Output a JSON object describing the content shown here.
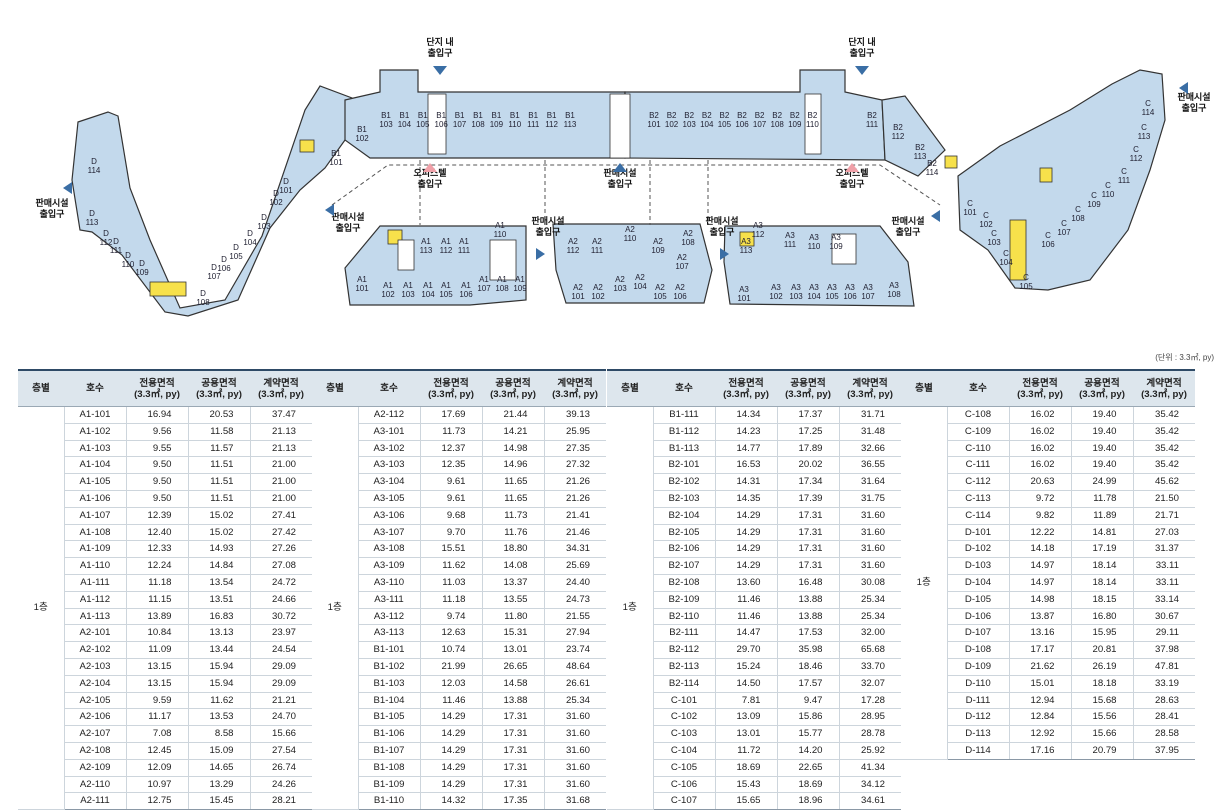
{
  "plan": {
    "labels": {
      "danji1": [
        "단지 내",
        "출입구"
      ],
      "danji2": [
        "단지 내",
        "출입구"
      ],
      "officetel1": [
        "오피스텔",
        "출입구"
      ],
      "officetel2": [
        "오피스텔",
        "출입구"
      ],
      "retail_center": [
        "판매시설",
        "출입구"
      ],
      "retail_left": [
        "판매시설",
        "출입구"
      ],
      "retail_mid_left": [
        "판매시설",
        "출입구"
      ],
      "retail_mid": [
        "판매시설",
        "출입구"
      ],
      "retail_mid2": [
        "판매시설",
        "출입구"
      ],
      "retail_right_low": [
        "판매시설",
        "출입구"
      ],
      "retail_right": [
        "판매시설",
        "출입구"
      ]
    },
    "units": {
      "b1": [
        [
          "B1",
          "103"
        ],
        [
          "B1",
          "104"
        ],
        [
          "B1",
          "105"
        ],
        [
          "B1",
          "106"
        ],
        [
          "B1",
          "107"
        ],
        [
          "B1",
          "108"
        ],
        [
          "B1",
          "109"
        ],
        [
          "B1",
          "110"
        ],
        [
          "B1",
          "111"
        ],
        [
          "B1",
          "112"
        ],
        [
          "B1",
          "113"
        ]
      ],
      "b1_side": [
        [
          "B1",
          "102"
        ],
        [
          "B1",
          "101"
        ]
      ],
      "b2": [
        [
          "B2",
          "101"
        ],
        [
          "B2",
          "102"
        ],
        [
          "B2",
          "103"
        ],
        [
          "B2",
          "104"
        ],
        [
          "B2",
          "105"
        ],
        [
          "B2",
          "106"
        ],
        [
          "B2",
          "107"
        ],
        [
          "B2",
          "108"
        ],
        [
          "B2",
          "109"
        ],
        [
          "B2",
          "110"
        ]
      ],
      "b2_side": [
        [
          "B2",
          "111"
        ],
        [
          "B2",
          "112"
        ],
        [
          "B2",
          "113"
        ],
        [
          "B2",
          "114"
        ]
      ],
      "a1_top": [
        [
          "A1",
          "113"
        ],
        [
          "A1",
          "112"
        ],
        [
          "A1",
          "111"
        ],
        [
          "A1",
          "110"
        ]
      ],
      "a1_bottom": [
        [
          "A1",
          "101"
        ],
        [
          "A1",
          "102"
        ],
        [
          "A1",
          "103"
        ],
        [
          "A1",
          "104"
        ],
        [
          "A1",
          "105"
        ],
        [
          "A1",
          "106"
        ],
        [
          "A1",
          "107"
        ],
        [
          "A1",
          "108"
        ],
        [
          "A1",
          "109"
        ]
      ],
      "a2_top": [
        [
          "A2",
          "112"
        ],
        [
          "A2",
          "111"
        ],
        [
          "A2",
          "110"
        ],
        [
          "A2",
          "109"
        ],
        [
          "A2",
          "108"
        ],
        [
          "A2",
          "107"
        ]
      ],
      "a2_bottom": [
        [
          "A2",
          "101"
        ],
        [
          "A2",
          "102"
        ],
        [
          "A2",
          "103"
        ],
        [
          "A2",
          "104"
        ],
        [
          "A2",
          "105"
        ],
        [
          "A2",
          "106"
        ]
      ],
      "a3_top": [
        [
          "A3",
          "112"
        ],
        [
          "A3",
          "113"
        ],
        [
          "A3",
          "111"
        ],
        [
          "A3",
          "110"
        ],
        [
          "A3",
          "109"
        ]
      ],
      "a3_bottom": [
        [
          "A3",
          "101"
        ],
        [
          "A3",
          "102"
        ],
        [
          "A3",
          "103"
        ],
        [
          "A3",
          "104"
        ],
        [
          "A3",
          "105"
        ],
        [
          "A3",
          "106"
        ],
        [
          "A3",
          "107"
        ],
        [
          "A3",
          "108"
        ]
      ],
      "d": [
        [
          "D",
          "114"
        ],
        [
          "D",
          "113"
        ],
        [
          "D",
          "112"
        ],
        [
          "D",
          "111"
        ],
        [
          "D",
          "110"
        ],
        [
          "D",
          "109"
        ],
        [
          "D",
          "108"
        ],
        [
          "D",
          "107"
        ],
        [
          "D",
          "106"
        ],
        [
          "D",
          "105"
        ],
        [
          "D",
          "104"
        ],
        [
          "D",
          "103"
        ],
        [
          "D",
          "102"
        ],
        [
          "D",
          "101"
        ]
      ],
      "c": [
        [
          "C",
          "101"
        ],
        [
          "C",
          "102"
        ],
        [
          "C",
          "103"
        ],
        [
          "C",
          "104"
        ],
        [
          "C",
          "105"
        ],
        [
          "C",
          "106"
        ],
        [
          "C",
          "107"
        ],
        [
          "C",
          "108"
        ],
        [
          "C",
          "109"
        ],
        [
          "C",
          "110"
        ],
        [
          "C",
          "111"
        ],
        [
          "C",
          "112"
        ],
        [
          "C",
          "113"
        ],
        [
          "C",
          "114"
        ]
      ]
    }
  },
  "unit_note": "(단위 : 3.3㎡, py)",
  "table": {
    "headers": {
      "floor": "층별",
      "unit": "호수",
      "exclusive": [
        "전용면적",
        "(3.3㎡, py)"
      ],
      "common": [
        "공용면적",
        "(3.3㎡, py)"
      ],
      "contract": [
        "계약면적",
        "(3.3㎡, py)"
      ]
    },
    "floor_label": "1층",
    "blocks": [
      [
        [
          "A1-101",
          "16.94",
          "20.53",
          "37.47"
        ],
        [
          "A1-102",
          "9.56",
          "11.58",
          "21.13"
        ],
        [
          "A1-103",
          "9.55",
          "11.57",
          "21.13"
        ],
        [
          "A1-104",
          "9.50",
          "11.51",
          "21.00"
        ],
        [
          "A1-105",
          "9.50",
          "11.51",
          "21.00"
        ],
        [
          "A1-106",
          "9.50",
          "11.51",
          "21.00"
        ],
        [
          "A1-107",
          "12.39",
          "15.02",
          "27.41"
        ],
        [
          "A1-108",
          "12.40",
          "15.02",
          "27.42"
        ],
        [
          "A1-109",
          "12.33",
          "14.93",
          "27.26"
        ],
        [
          "A1-110",
          "12.24",
          "14.84",
          "27.08"
        ],
        [
          "A1-111",
          "11.18",
          "13.54",
          "24.72"
        ],
        [
          "A1-112",
          "11.15",
          "13.51",
          "24.66"
        ],
        [
          "A1-113",
          "13.89",
          "16.83",
          "30.72"
        ],
        [
          "A2-101",
          "10.84",
          "13.13",
          "23.97"
        ],
        [
          "A2-102",
          "11.09",
          "13.44",
          "24.54"
        ],
        [
          "A2-103",
          "13.15",
          "15.94",
          "29.09"
        ],
        [
          "A2-104",
          "13.15",
          "15.94",
          "29.09"
        ],
        [
          "A2-105",
          "9.59",
          "11.62",
          "21.21"
        ],
        [
          "A2-106",
          "11.17",
          "13.53",
          "24.70"
        ],
        [
          "A2-107",
          "7.08",
          "8.58",
          "15.66"
        ],
        [
          "A2-108",
          "12.45",
          "15.09",
          "27.54"
        ],
        [
          "A2-109",
          "12.09",
          "14.65",
          "26.74"
        ],
        [
          "A2-110",
          "10.97",
          "13.29",
          "24.26"
        ],
        [
          "A2-111",
          "12.75",
          "15.45",
          "28.21"
        ]
      ],
      [
        [
          "A2-112",
          "17.69",
          "21.44",
          "39.13"
        ],
        [
          "A3-101",
          "11.73",
          "14.21",
          "25.95"
        ],
        [
          "A3-102",
          "12.37",
          "14.98",
          "27.35"
        ],
        [
          "A3-103",
          "12.35",
          "14.96",
          "27.32"
        ],
        [
          "A3-104",
          "9.61",
          "11.65",
          "21.26"
        ],
        [
          "A3-105",
          "9.61",
          "11.65",
          "21.26"
        ],
        [
          "A3-106",
          "9.68",
          "11.73",
          "21.41"
        ],
        [
          "A3-107",
          "9.70",
          "11.76",
          "21.46"
        ],
        [
          "A3-108",
          "15.51",
          "18.80",
          "34.31"
        ],
        [
          "A3-109",
          "11.62",
          "14.08",
          "25.69"
        ],
        [
          "A3-110",
          "11.03",
          "13.37",
          "24.40"
        ],
        [
          "A3-111",
          "11.18",
          "13.55",
          "24.73"
        ],
        [
          "A3-112",
          "9.74",
          "11.80",
          "21.55"
        ],
        [
          "A3-113",
          "12.63",
          "15.31",
          "27.94"
        ],
        [
          "B1-101",
          "10.74",
          "13.01",
          "23.74"
        ],
        [
          "B1-102",
          "21.99",
          "26.65",
          "48.64"
        ],
        [
          "B1-103",
          "12.03",
          "14.58",
          "26.61"
        ],
        [
          "B1-104",
          "11.46",
          "13.88",
          "25.34"
        ],
        [
          "B1-105",
          "14.29",
          "17.31",
          "31.60"
        ],
        [
          "B1-106",
          "14.29",
          "17.31",
          "31.60"
        ],
        [
          "B1-107",
          "14.29",
          "17.31",
          "31.60"
        ],
        [
          "B1-108",
          "14.29",
          "17.31",
          "31.60"
        ],
        [
          "B1-109",
          "14.29",
          "17.31",
          "31.60"
        ],
        [
          "B1-110",
          "14.32",
          "17.35",
          "31.68"
        ]
      ],
      [
        [
          "B1-111",
          "14.34",
          "17.37",
          "31.71"
        ],
        [
          "B1-112",
          "14.23",
          "17.25",
          "31.48"
        ],
        [
          "B1-113",
          "14.77",
          "17.89",
          "32.66"
        ],
        [
          "B2-101",
          "16.53",
          "20.02",
          "36.55"
        ],
        [
          "B2-102",
          "14.31",
          "17.34",
          "31.64"
        ],
        [
          "B2-103",
          "14.35",
          "17.39",
          "31.75"
        ],
        [
          "B2-104",
          "14.29",
          "17.31",
          "31.60"
        ],
        [
          "B2-105",
          "14.29",
          "17.31",
          "31.60"
        ],
        [
          "B2-106",
          "14.29",
          "17.31",
          "31.60"
        ],
        [
          "B2-107",
          "14.29",
          "17.31",
          "31.60"
        ],
        [
          "B2-108",
          "13.60",
          "16.48",
          "30.08"
        ],
        [
          "B2-109",
          "11.46",
          "13.88",
          "25.34"
        ],
        [
          "B2-110",
          "11.46",
          "13.88",
          "25.34"
        ],
        [
          "B2-111",
          "14.47",
          "17.53",
          "32.00"
        ],
        [
          "B2-112",
          "29.70",
          "35.98",
          "65.68"
        ],
        [
          "B2-113",
          "15.24",
          "18.46",
          "33.70"
        ],
        [
          "B2-114",
          "14.50",
          "17.57",
          "32.07"
        ],
        [
          "C-101",
          "7.81",
          "9.47",
          "17.28"
        ],
        [
          "C-102",
          "13.09",
          "15.86",
          "28.95"
        ],
        [
          "C-103",
          "13.01",
          "15.77",
          "28.78"
        ],
        [
          "C-104",
          "11.72",
          "14.20",
          "25.92"
        ],
        [
          "C-105",
          "18.69",
          "22.65",
          "41.34"
        ],
        [
          "C-106",
          "15.43",
          "18.69",
          "34.12"
        ],
        [
          "C-107",
          "15.65",
          "18.96",
          "34.61"
        ]
      ],
      [
        [
          "C-108",
          "16.02",
          "19.40",
          "35.42"
        ],
        [
          "C-109",
          "16.02",
          "19.40",
          "35.42"
        ],
        [
          "C-110",
          "16.02",
          "19.40",
          "35.42"
        ],
        [
          "C-111",
          "16.02",
          "19.40",
          "35.42"
        ],
        [
          "C-112",
          "20.63",
          "24.99",
          "45.62"
        ],
        [
          "C-113",
          "9.72",
          "11.78",
          "21.50"
        ],
        [
          "C-114",
          "9.82",
          "11.89",
          "21.71"
        ],
        [
          "D-101",
          "12.22",
          "14.81",
          "27.03"
        ],
        [
          "D-102",
          "14.18",
          "17.19",
          "31.37"
        ],
        [
          "D-103",
          "14.97",
          "18.14",
          "33.11"
        ],
        [
          "D-104",
          "14.97",
          "18.14",
          "33.11"
        ],
        [
          "D-105",
          "14.98",
          "18.15",
          "33.14"
        ],
        [
          "D-106",
          "13.87",
          "16.80",
          "30.67"
        ],
        [
          "D-107",
          "13.16",
          "15.95",
          "29.11"
        ],
        [
          "D-108",
          "17.17",
          "20.81",
          "37.98"
        ],
        [
          "D-109",
          "21.62",
          "26.19",
          "47.81"
        ],
        [
          "D-110",
          "15.01",
          "18.18",
          "33.19"
        ],
        [
          "D-111",
          "12.94",
          "15.68",
          "28.63"
        ],
        [
          "D-112",
          "12.84",
          "15.56",
          "28.41"
        ],
        [
          "D-113",
          "12.92",
          "15.66",
          "28.58"
        ],
        [
          "D-114",
          "17.16",
          "20.79",
          "37.95"
        ]
      ]
    ]
  }
}
